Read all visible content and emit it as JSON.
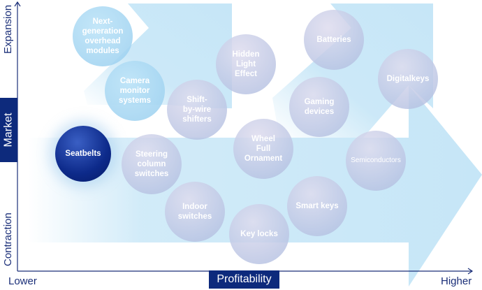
{
  "axes": {
    "y_title": "Market",
    "y_top": "Expansion",
    "y_bottom": "Contraction",
    "x_title": "Profitability",
    "x_left": "Lower",
    "x_right": "Higher"
  },
  "colors": {
    "navy": "#0d2a7c",
    "arrow": "#c6e6f7"
  },
  "bubbles": [
    {
      "label": "Next-\ngeneration\noverhead\nmodules",
      "style": "light"
    },
    {
      "label": "Camera\nmonitor\nsystems",
      "style": "light"
    },
    {
      "label": "Shift-\nby-wire\nshifters",
      "style": "lavender"
    },
    {
      "label": "Hidden\nLight\nEffect",
      "style": "lavender"
    },
    {
      "label": "Batteries",
      "style": "lavender"
    },
    {
      "label": "Digitalkeys",
      "style": "lavender"
    },
    {
      "label": "Gaming\ndevices",
      "style": "lavender"
    },
    {
      "label": "Wheel\nFull\nOrnament",
      "style": "lavender"
    },
    {
      "label": "Semiconductors",
      "style": "lavender"
    },
    {
      "label": "Seatbelts",
      "style": "dark"
    },
    {
      "label": "Steering\ncolumn\nswitches",
      "style": "lavender"
    },
    {
      "label": "Indoor\nswitches",
      "style": "lavender"
    },
    {
      "label": "Key locks",
      "style": "lavender"
    },
    {
      "label": "Smart keys",
      "style": "lavender"
    }
  ]
}
